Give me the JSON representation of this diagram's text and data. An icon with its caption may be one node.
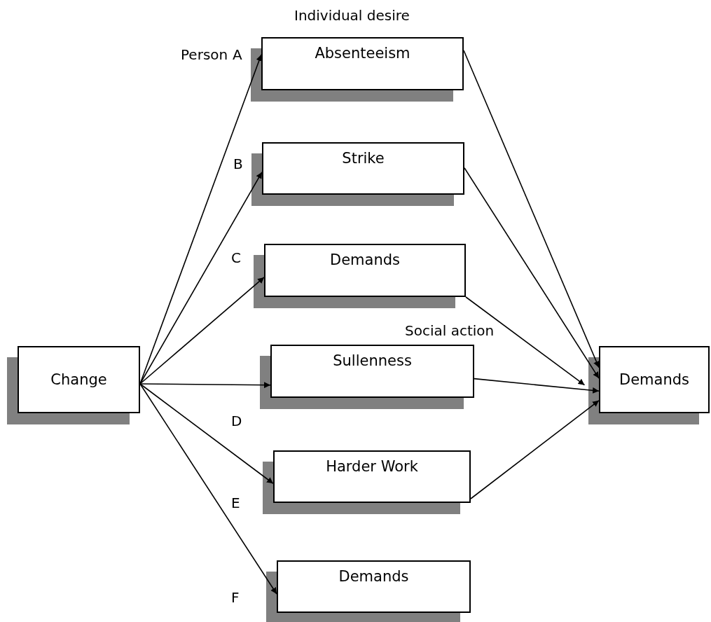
{
  "diagram": {
    "nodes": [
      {
        "text": [
          "Change"
        ]
      },
      {
        "text": [
          "Absenteeism"
        ]
      },
      {
        "text": [
          "Strike"
        ]
      },
      {
        "text": [
          "Demands"
        ]
      },
      {
        "text": [
          "Sullenness"
        ]
      },
      {
        "text": [
          "Harder Work"
        ]
      },
      {
        "text": [
          "Demands"
        ]
      },
      {
        "text": [
          "Demands"
        ]
      }
    ],
    "edges": [
      {
        "from": 0,
        "to": 1,
        "arrow": "to"
      },
      {
        "from": 0,
        "to": 2,
        "arrow": "to"
      },
      {
        "from": 0,
        "to": 3,
        "arrow": "to"
      },
      {
        "from": 0,
        "to": 4,
        "arrow": "to"
      },
      {
        "from": 0,
        "to": 5,
        "arrow": "to"
      },
      {
        "from": 0,
        "to": 6,
        "arrow": "to"
      },
      {
        "from": 1,
        "to": 7,
        "arrow": "to"
      },
      {
        "from": 2,
        "to": 7,
        "arrow": "to"
      },
      {
        "from": 3,
        "to": 7,
        "arrow": "to"
      },
      {
        "from": 4,
        "to": 7,
        "arrow": "to"
      },
      {
        "from": 5,
        "to": 7,
        "arrow": "to"
      }
    ],
    "labels": [
      "Individual desire",
      "Person",
      "A",
      "B",
      "C",
      "D",
      "E",
      "F",
      "Social action"
    ]
  }
}
